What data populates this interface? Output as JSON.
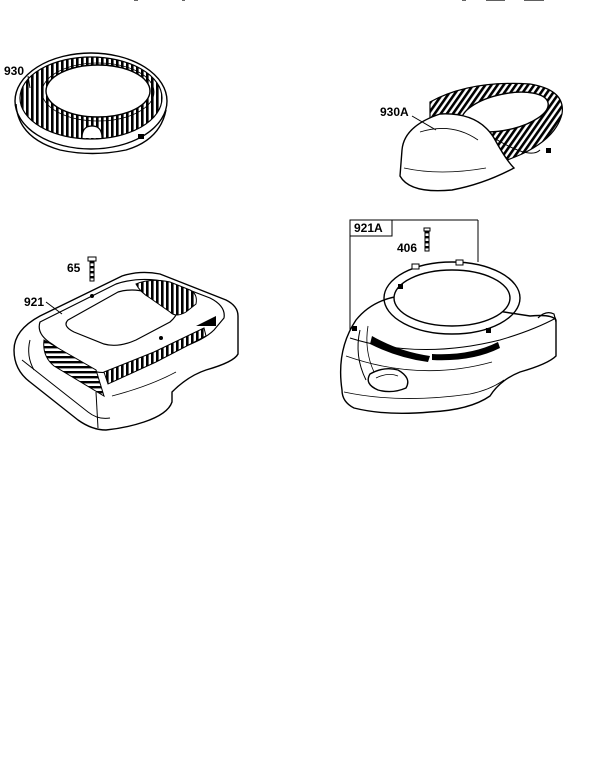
{
  "diagram": {
    "callouts": [
      {
        "id": "930",
        "label": "930"
      },
      {
        "id": "930A",
        "label": "930A"
      },
      {
        "id": "921A",
        "label": "921A"
      },
      {
        "id": "406",
        "label": "406"
      },
      {
        "id": "65",
        "label": "65"
      },
      {
        "id": "921",
        "label": "921"
      }
    ],
    "line_color": "#000000",
    "background_color": "#ffffff"
  }
}
